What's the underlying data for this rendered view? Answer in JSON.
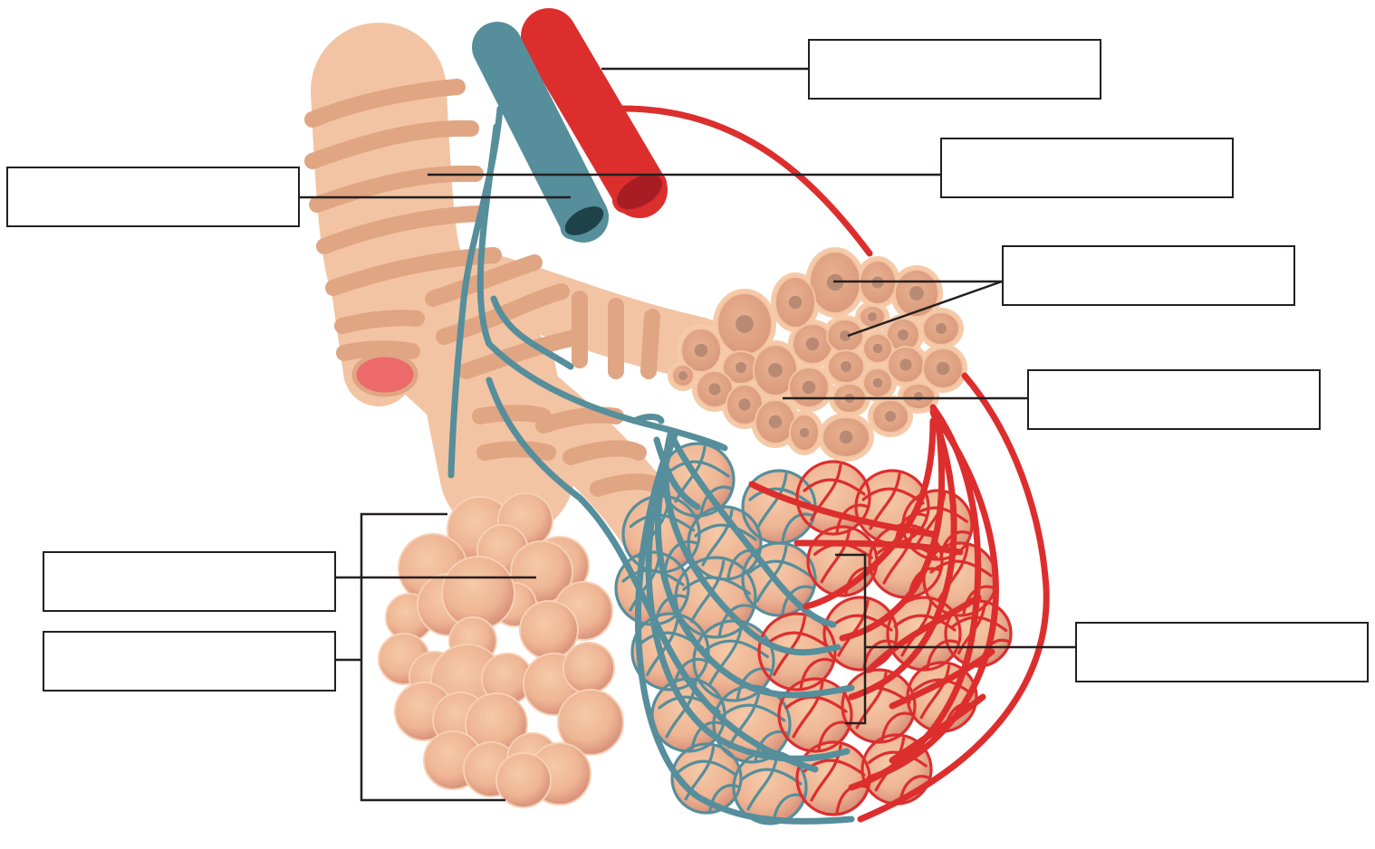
{
  "diagram": {
    "colors": {
      "background": "#ffffff",
      "tissue": "#f3c4a3",
      "tissue_band": "#e0a583",
      "tissue_rim": "#d9957a",
      "nucleus": "#b98a73",
      "artery": "#dd2e2e",
      "artery_dark": "#a81d24",
      "vein": "#568e9b",
      "vein_dark": "#1f4149",
      "leader": "#231f20",
      "trachea_lumen": "#ec6a6a"
    },
    "labels": [
      {
        "id": "pulmonary-artery-label",
        "text": ""
      },
      {
        "id": "bronchiole-label",
        "text": ""
      },
      {
        "id": "pulmonary-vein-label",
        "text": ""
      },
      {
        "id": "alveolar-cells-label",
        "text": ""
      },
      {
        "id": "alveolar-sac-label",
        "text": ""
      },
      {
        "id": "alveolus-label",
        "text": ""
      },
      {
        "id": "alveolar-duct-label",
        "text": ""
      },
      {
        "id": "capillary-network-label",
        "text": ""
      }
    ]
  }
}
